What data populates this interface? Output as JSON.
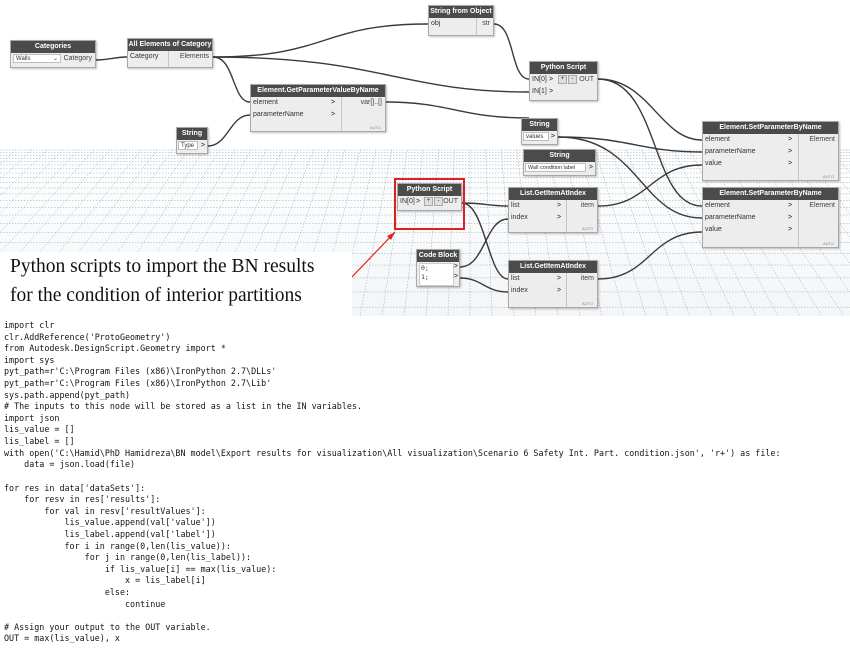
{
  "nodes": {
    "categories": {
      "title": "Categories",
      "value": "Walls",
      "output": "Category"
    },
    "all_elements": {
      "title": "All Elements of Category",
      "input": "Category",
      "output": "Elements"
    },
    "string_from_object": {
      "title": "String from Object",
      "input": "obj",
      "output": "str"
    },
    "get_param": {
      "title": "Element.GetParameterValueByName",
      "inputs": [
        "element",
        "parameterName"
      ],
      "output": "var[]..[]",
      "footer": "AUTO"
    },
    "string_type": {
      "title": "String",
      "value": "Type"
    },
    "python_script_top": {
      "title": "Python Script",
      "inputs": [
        "IN[0]",
        "IN[1]"
      ],
      "output": "OUT",
      "plus": "+",
      "minus": "-"
    },
    "string_values": {
      "title": "String",
      "value": "values"
    },
    "string_wall_label": {
      "title": "String",
      "value": "Wall condition label"
    },
    "set_param_1": {
      "title": "Element.SetParameterByName",
      "inputs": [
        "element",
        "parameterName",
        "value"
      ],
      "output": "Element",
      "footer": "AUTO"
    },
    "set_param_2": {
      "title": "Element.SetParameterByName",
      "inputs": [
        "element",
        "parameterName",
        "value"
      ],
      "output": "Element",
      "footer": "AUTO"
    },
    "python_script_main": {
      "title": "Python Script",
      "input": "IN[0]",
      "output": "OUT",
      "plus": "+",
      "minus": "-"
    },
    "list_get_1": {
      "title": "List.GetItemAtIndex",
      "inputs": [
        "list",
        "index"
      ],
      "output": "item",
      "footer": "AUTO"
    },
    "list_get_2": {
      "title": "List.GetItemAtIndex",
      "inputs": [
        "list",
        "index"
      ],
      "output": "item",
      "footer": "AUTO"
    },
    "code_block": {
      "title": "Code Block",
      "lines": [
        "0;",
        "1;"
      ]
    }
  },
  "annotation": {
    "line1": "Python scripts to import the BN results",
    "line2": "for the condition of interior partitions"
  },
  "code_lines": [
    "import clr",
    "clr.AddReference('ProtoGeometry')",
    "from Autodesk.DesignScript.Geometry import *",
    "import sys",
    "pyt_path=r'C:\\Program Files (x86)\\IronPython 2.7\\DLLs'",
    "pyt_path=r'C:\\Program Files (x86)\\IronPython 2.7\\Lib'",
    "sys.path.append(pyt_path)",
    "# The inputs to this node will be stored as a list in the IN variables.",
    "import json",
    "lis_value = []",
    "lis_label = []",
    "with open('C:\\Hamid\\PhD Hamidreza\\BN model\\Export results for visualization\\All visualization\\Scenario 6 Safety Int. Part. condition.json', 'r+') as file:",
    "    data = json.load(file)",
    "",
    "for res in data['dataSets']:",
    "    for resv in res['results']:",
    "        for val in resv['resultValues']:",
    "            lis_value.append(val['value'])",
    "            lis_label.append(val['label'])",
    "            for i in range(0,len(lis_value)):",
    "                for j in range(0,len(lis_label)):",
    "                    if lis_value[i] == max(lis_value):",
    "                        x = lis_label[i]",
    "                    else:",
    "                        continue",
    "",
    "# Assign your output to the OUT variable.",
    "OUT = max(lis_value), x"
  ],
  "colors": {
    "header": "#4b4b4b",
    "node_body": "#ededed",
    "highlight": "#e02020",
    "wire": "#3a3a3a",
    "grid": "#8fa6b8"
  }
}
